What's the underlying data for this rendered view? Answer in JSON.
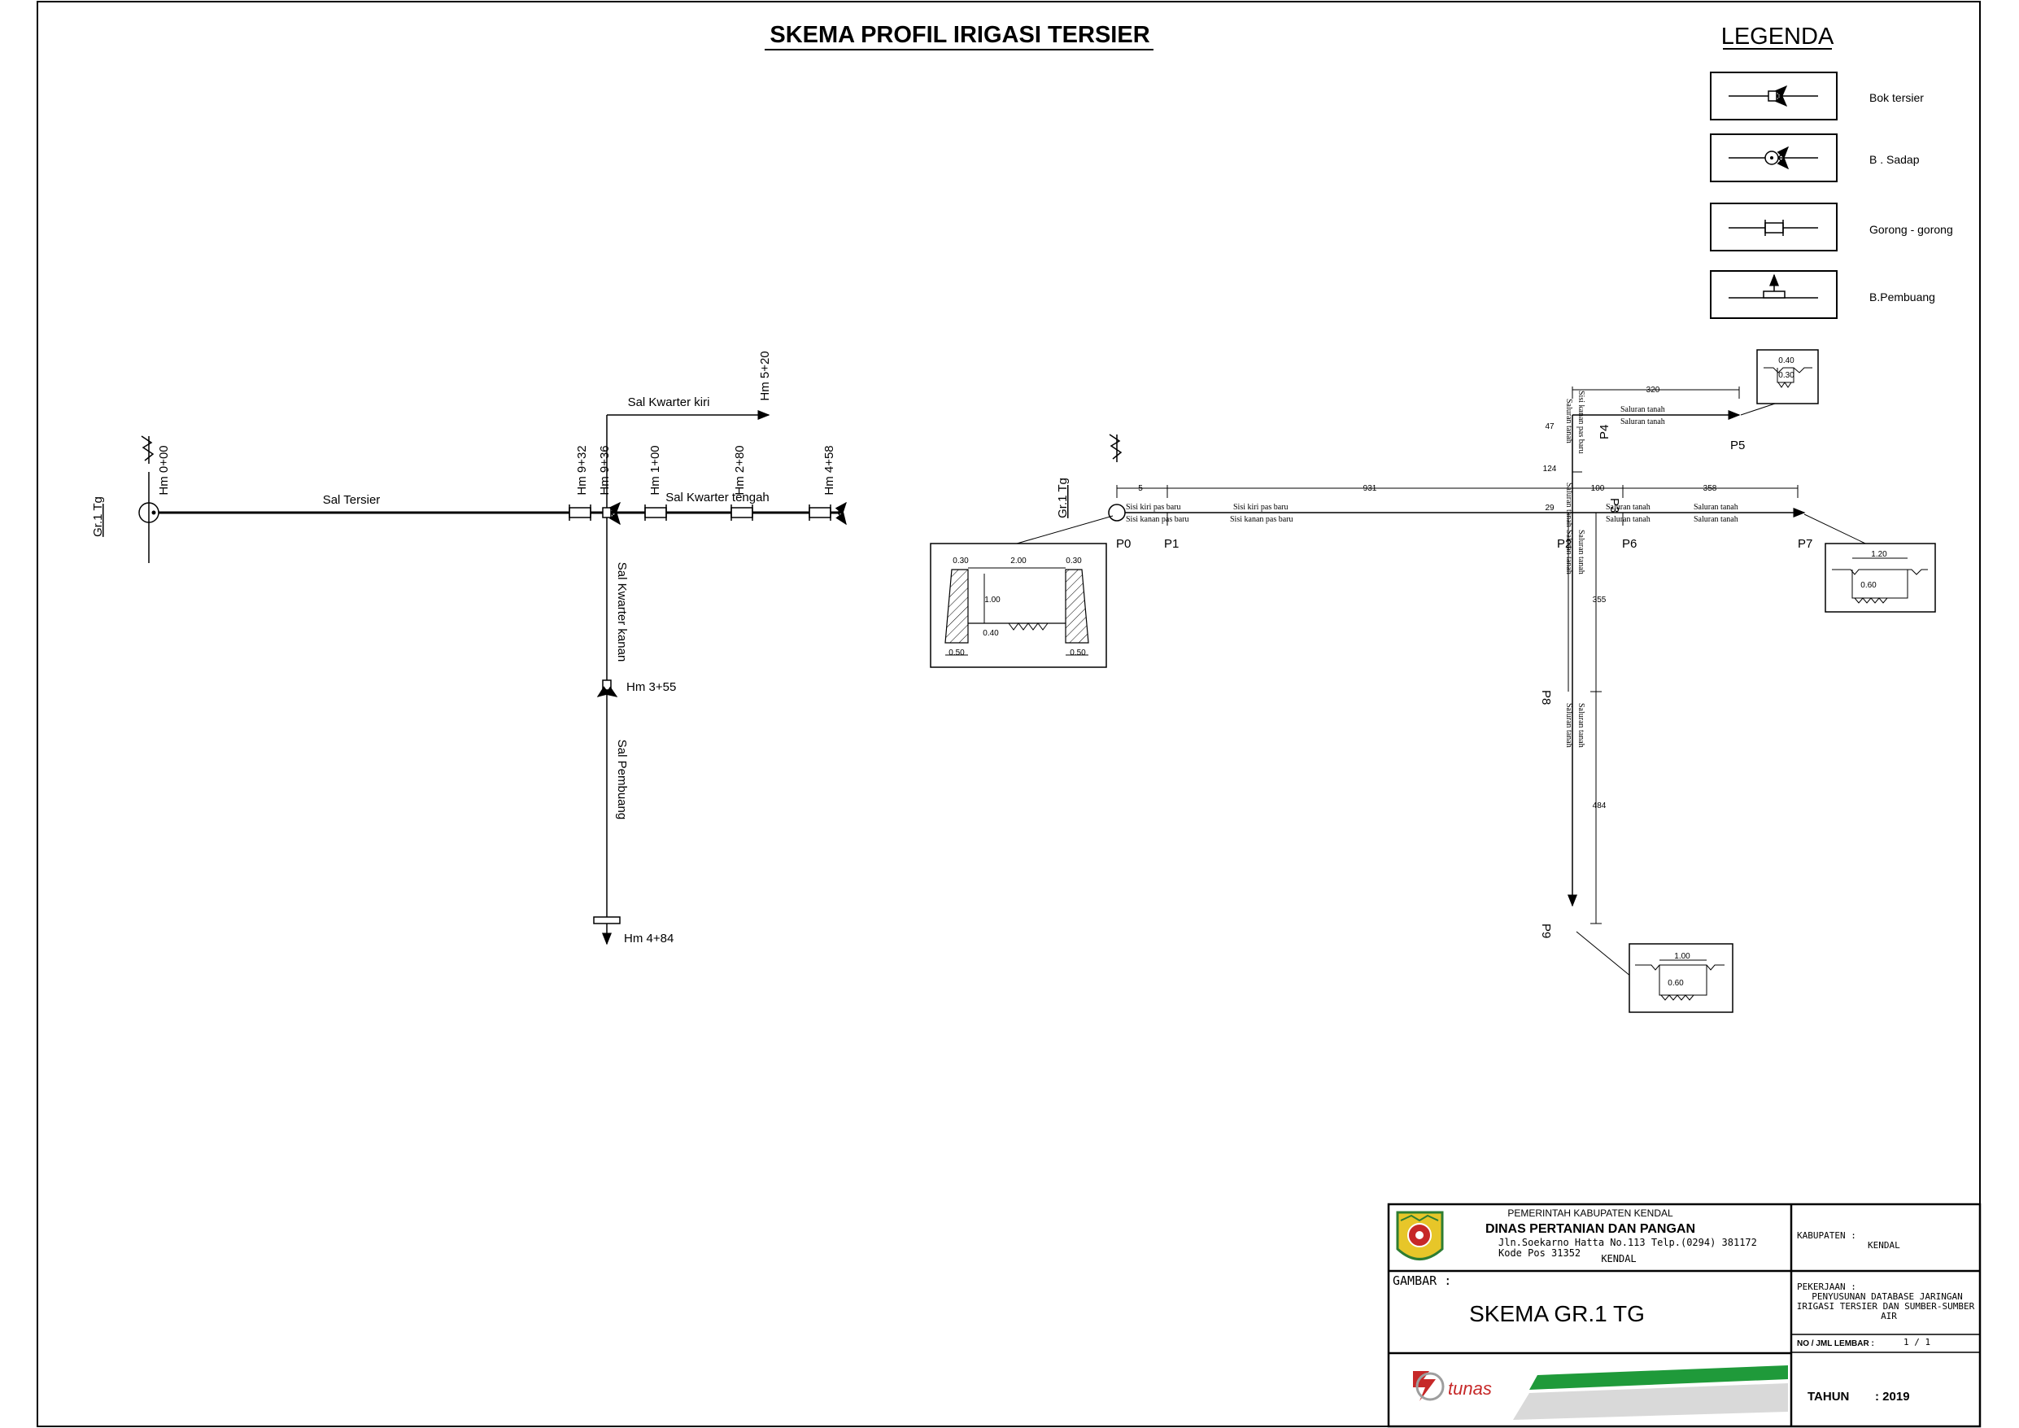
{
  "title": "SKEMA PROFIL IRIGASI TERSIER",
  "legend": {
    "title": "LEGENDA",
    "items": [
      {
        "label": "Bok tersier",
        "icon": "bok-tersier-icon"
      },
      {
        "label": "B . Sadap",
        "icon": "box-sadap-icon"
      },
      {
        "label": "Gorong - gorong",
        "icon": "culvert-icon"
      },
      {
        "label": "B.Pembuang",
        "icon": "box-pembuang-icon"
      }
    ]
  },
  "left_scheme": {
    "origin": "Gr.1 Tg",
    "stations": {
      "hm000": "Hm 0+00",
      "hm932": "Hm 9+32",
      "hm936": "Hm 9+36",
      "hm100": "Hm 1+00",
      "hm280": "Hm 2+80",
      "hm458": "Hm 4+58",
      "hm520": "Hm 5+20",
      "hm355": "Hm 3+55",
      "hm484": "Hm 4+84"
    },
    "channels": {
      "tersier": "Sal Tersier",
      "kiri": "Sal Kwarter kiri",
      "tengah": "Sal Kwarter tengah",
      "kanan": "Sal Kwarter kanan",
      "pembuang": "Sal Pembuang"
    }
  },
  "right_scheme": {
    "origin": "Gr.1 Tg",
    "points": {
      "p0": "P0",
      "p1": "P1",
      "p2": "P2",
      "p3": "P3",
      "p4": "P4",
      "p5": "P5",
      "p6": "P6",
      "p7": "P7",
      "p8": "P8",
      "p9": "P9"
    },
    "dims": {
      "d5": "5",
      "d931": "931",
      "d100": "100",
      "d358": "358",
      "d320": "320",
      "d47": "47",
      "d124": "124",
      "d29": "29",
      "d355": "355",
      "d484": "484"
    },
    "channel_notes": {
      "kiri": "Sisi kiri pas baru",
      "kanan": "Sisi kanan pas baru",
      "tanah": "Saluran tanah",
      "vert_kiri": "Saluran tanah",
      "vert_kanan": "Sisi kanan pas baru"
    },
    "sections": {
      "main": {
        "top_w": "2.00",
        "wall_top_l": "0.30",
        "wall_top_r": "0.30",
        "h": "1.00",
        "bottom": "0.40",
        "foot_l": "0.50",
        "foot_r": "0.50"
      },
      "p5": {
        "w": "0.40",
        "h": "0.30"
      },
      "p7": {
        "w": "1.20",
        "h": "0.60"
      },
      "p9": {
        "w": "1.00",
        "h": "0.60"
      }
    }
  },
  "title_block": {
    "gov": "PEMERINTAH KABUPATEN KENDAL",
    "dept": "DINAS PERTANIAN DAN PANGAN",
    "address": "Jln.Soekarno Hatta No.113 Telp.(0294) 381172",
    "postcode": "Kode Pos 31352",
    "city": "KENDAL",
    "gambar_label": "GAMBAR :",
    "gambar_value": "SKEMA GR.1 TG",
    "kab_label": "KABUPATEN :",
    "kab_value": "KENDAL",
    "pek_label": "PEKERJAAN :",
    "pek_line1": "PENYUSUNAN DATABASE JARINGAN",
    "pek_line2": "IRIGASI TERSIER DAN SUMBER-SUMBER",
    "pek_line3": "AIR",
    "lembar_label": "NO / JML LEMBAR :",
    "lembar_value": "1 / 1",
    "tahun_label": "TAHUN",
    "tahun_value": ": 2019",
    "logo_text": "tunas"
  }
}
